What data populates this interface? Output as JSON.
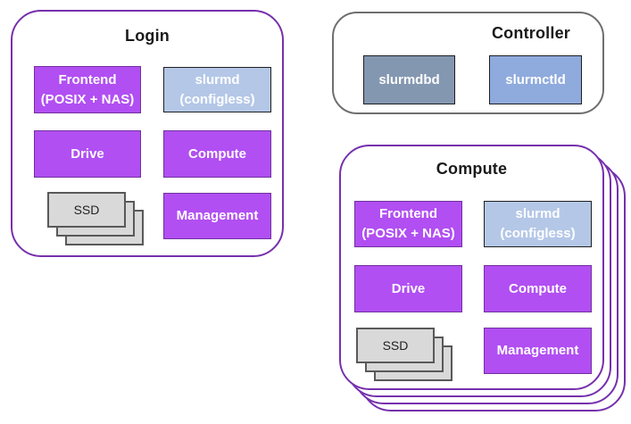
{
  "diagram": {
    "login": {
      "title": "Login",
      "frontend": {
        "line1": "Frontend",
        "line2": "(POSIX + NAS)"
      },
      "slurmd": {
        "line1": "slurmd",
        "line2": "(configless)"
      },
      "drive": "Drive",
      "compute": "Compute",
      "ssd": "SSD",
      "management": "Management"
    },
    "controller": {
      "title": "Controller",
      "slurmdbd": "slurmdbd",
      "slurmctld": "slurmctld"
    },
    "compute_node": {
      "title": "Compute",
      "frontend": {
        "line1": "Frontend",
        "line2": "(POSIX + NAS)"
      },
      "slurmd": {
        "line1": "slurmd",
        "line2": "(configless)"
      },
      "drive": "Drive",
      "compute": "Compute",
      "ssd": "SSD",
      "management": "Management"
    },
    "colors": {
      "purple_fill": "#b14ff2",
      "purple_node_border": "#7030a0",
      "purple_group_border": "#7630ad",
      "slurmd_fill": "#b4c7e7",
      "slurmdbd_fill": "#8497b0",
      "slurmctld_fill": "#8faadc",
      "node_dark_border": "#1f1f1f",
      "ssd_fill": "#d9d9d9",
      "ssd_border": "#595959",
      "controller_border": "#6e6e6e",
      "title_text": "#1a1a1a",
      "node_text": "#ffffff"
    }
  }
}
